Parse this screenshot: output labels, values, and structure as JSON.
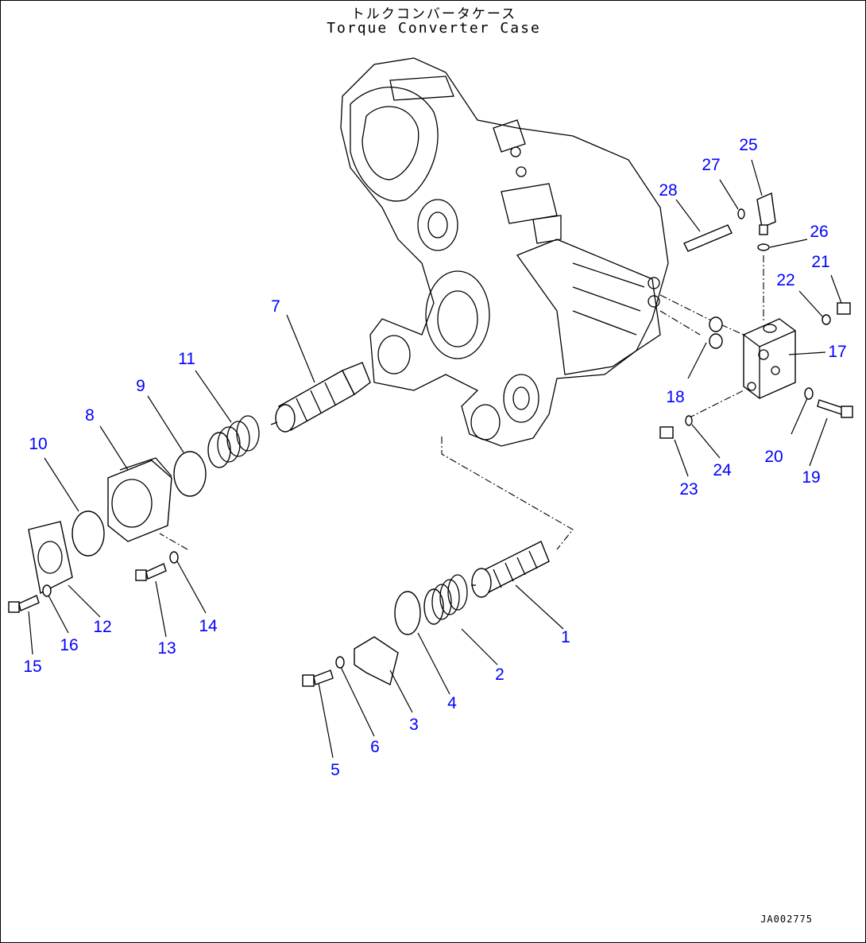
{
  "title": {
    "japanese": "トルクコンバータケース",
    "english": "Torque Converter Case"
  },
  "drawing_code": "JA002775",
  "callouts": [
    "1",
    "2",
    "3",
    "4",
    "5",
    "6",
    "7",
    "8",
    "9",
    "10",
    "11",
    "12",
    "13",
    "14",
    "15",
    "16",
    "17",
    "18",
    "19",
    "20",
    "21",
    "22",
    "23",
    "24",
    "25",
    "26",
    "27",
    "28"
  ],
  "colors": {
    "callout_text": "#0000ff",
    "lines": "#000000",
    "background": "#ffffff"
  }
}
